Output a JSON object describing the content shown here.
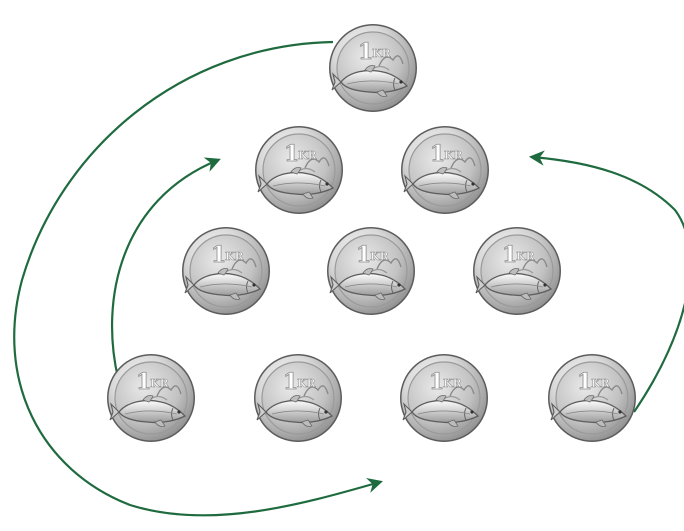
{
  "colors": {
    "arrow": "#1f6b3f",
    "coin_light": "#eeeeee",
    "coin_mid": "#c4c4c4",
    "coin_dark": "#7a7a7a",
    "coin_edge": "#3a3a3a"
  },
  "coin": {
    "denomination": "1",
    "unit": "KR",
    "icon": "fish-icon"
  },
  "puzzle": {
    "rows": [
      1,
      2,
      3,
      4
    ],
    "arrow_count": 3
  }
}
